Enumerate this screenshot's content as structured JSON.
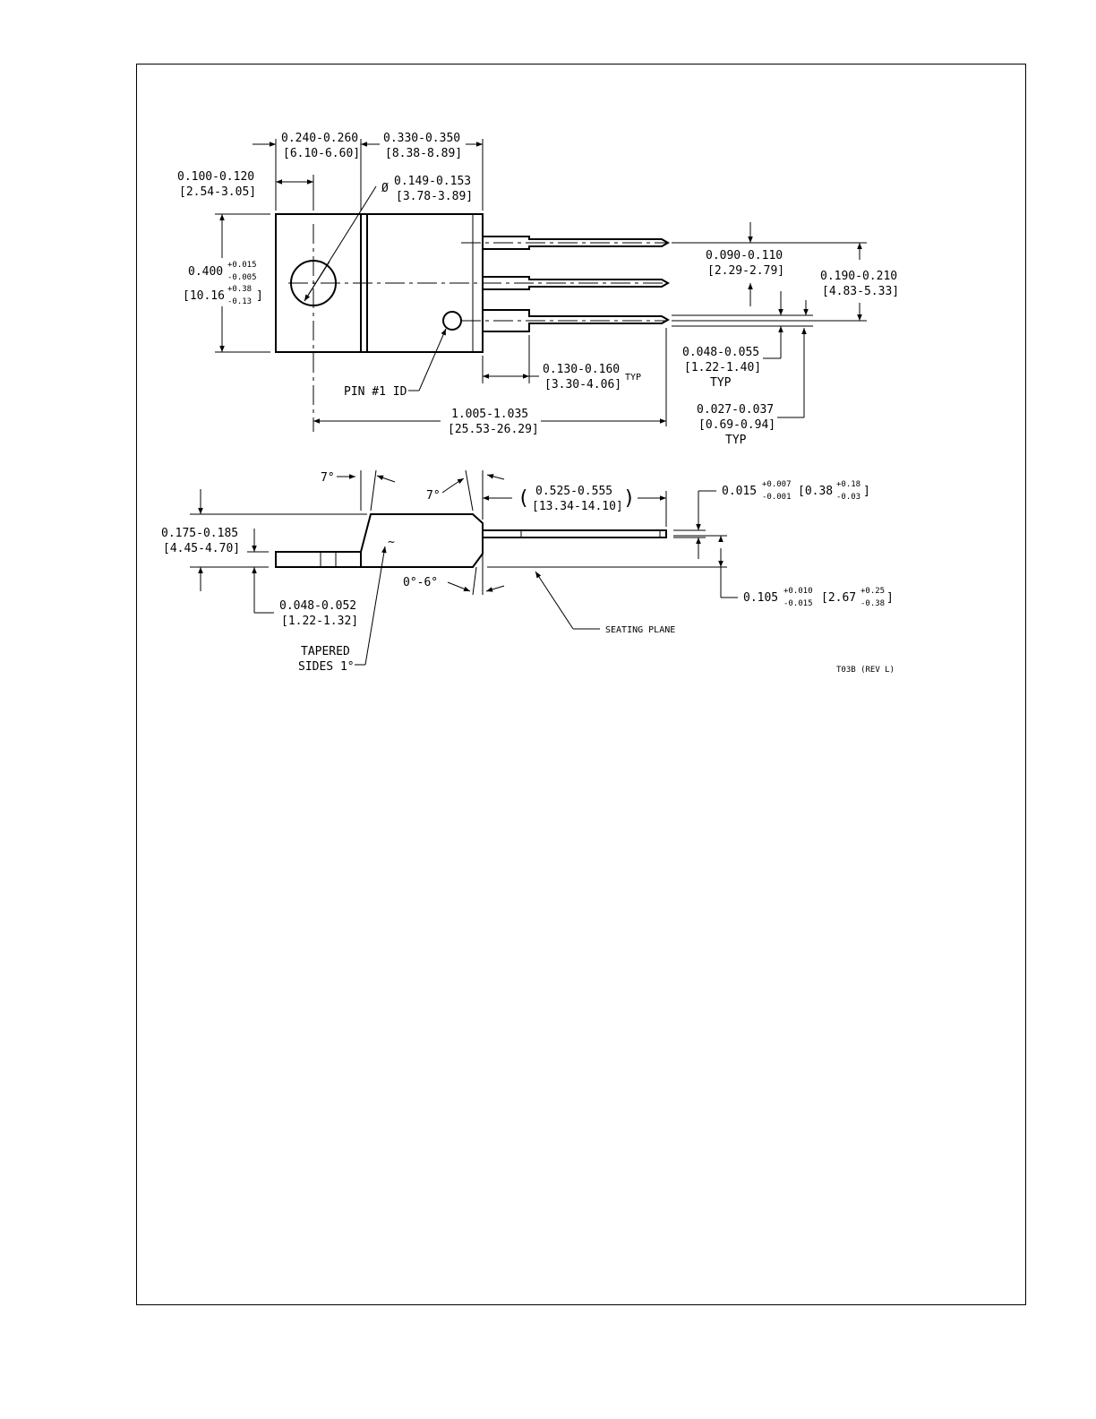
{
  "drawing": {
    "top_view": {
      "dim_flange_width": [
        "0.240-0.260",
        "[6.10-6.60]"
      ],
      "dim_body_width": [
        "0.330-0.350",
        "[8.38-8.89]"
      ],
      "dim_hole_offset": [
        "0.100-0.120",
        "[2.54-3.05]"
      ],
      "dim_hole_dia_symbol": "Ø",
      "dim_hole_dia": [
        "0.149-0.153",
        "[3.78-3.89]"
      ],
      "dim_height": {
        "nom": "0.400",
        "tol_plus": "+0.015",
        "tol_minus": "-0.005",
        "mm_nom": "[10.16",
        "mm_plus": "+0.38",
        "mm_minus": "-0.13",
        "mm_close": "]"
      },
      "dim_lead_pitch": [
        "0.090-0.110",
        "[2.29-2.79]"
      ],
      "dim_lead_span": [
        "0.190-0.210",
        "[4.83-5.33]"
      ],
      "dim_lead_width": [
        "0.048-0.055",
        "[1.22-1.40]",
        "TYP"
      ],
      "dim_lead_thick": [
        "0.027-0.037",
        "[0.69-0.94]",
        "TYP"
      ],
      "dim_shoulder": [
        "0.130-0.160",
        "[3.30-4.06]",
        "TYP"
      ],
      "dim_overall": [
        "1.005-1.035",
        "[25.53-26.29]"
      ],
      "pin_label": "PIN #1 ID"
    },
    "side_view": {
      "angle_left": "7°",
      "angle_right": "7°",
      "angle_lead": "0°-6°",
      "dim_lead_len": [
        "(",
        "0.525-0.555",
        "[13.34-14.10]",
        ")"
      ],
      "dim_lead_t": {
        "nom": "0.015",
        "tol_plus": "+0.007",
        "tol_minus": "-0.001",
        "mm_nom": "[0.38",
        "mm_plus": "+0.18",
        "mm_minus": "-0.03",
        "mm_close": "]"
      },
      "dim_stand": {
        "nom": "0.105",
        "tol_plus": "+0.010",
        "tol_minus": "-0.015",
        "mm_nom": "[2.67",
        "mm_plus": "+0.25",
        "mm_minus": "-0.38",
        "mm_close": "]"
      },
      "dim_body_h": [
        "0.175-0.185",
        "[4.45-4.70]"
      ],
      "dim_tab_t": [
        "0.048-0.052",
        "[1.22-1.32]"
      ],
      "tapered": [
        "TAPERED",
        "SIDES 1°"
      ],
      "seating": "SEATING PLANE",
      "tilde": "~"
    },
    "drawing_id": "T03B (REV L)"
  }
}
